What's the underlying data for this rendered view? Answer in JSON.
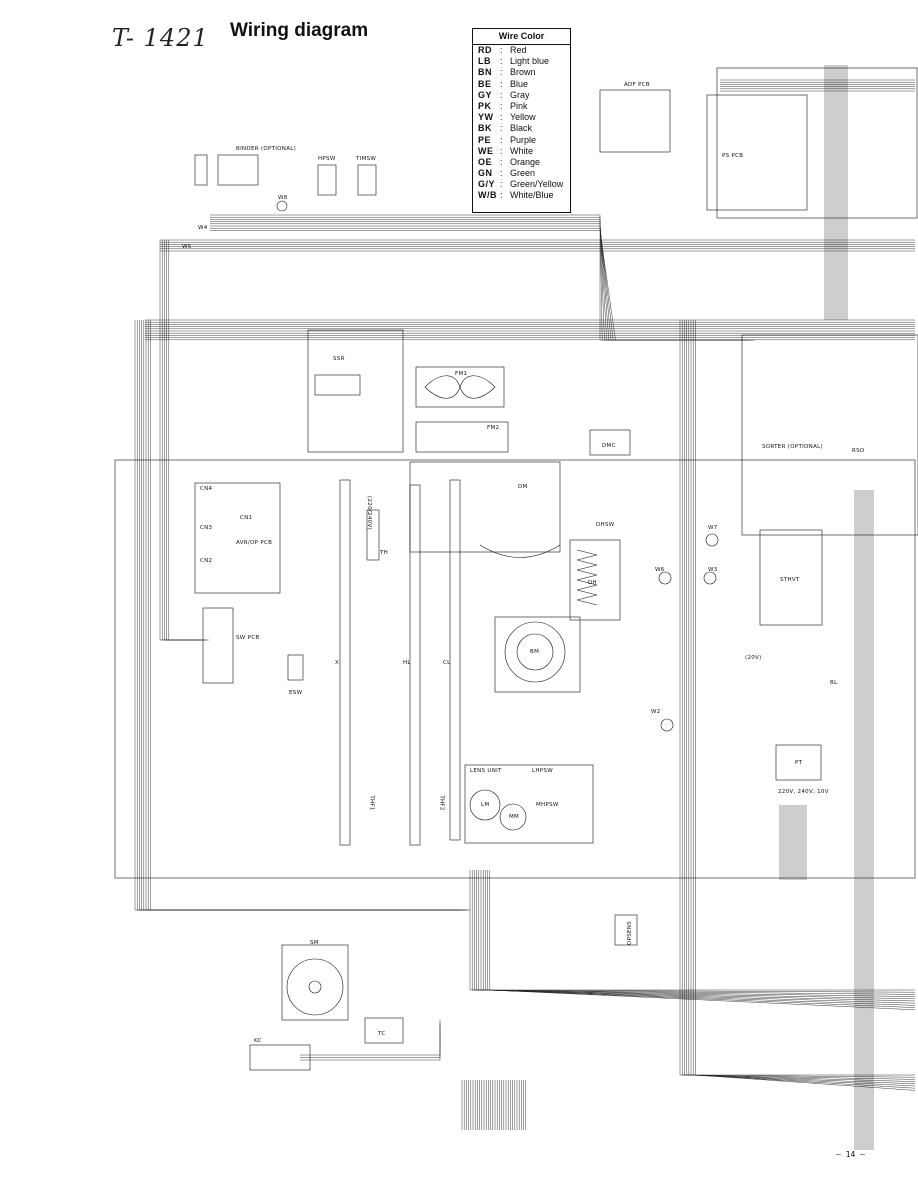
{
  "header": {
    "handwritten_note": "T- 1421",
    "title": "Wiring diagram"
  },
  "legend": {
    "title": "Wire Color",
    "items": [
      {
        "code": "RD",
        "name": "Red"
      },
      {
        "code": "LB",
        "name": "Light blue"
      },
      {
        "code": "BN",
        "name": "Brown"
      },
      {
        "code": "BE",
        "name": "Blue"
      },
      {
        "code": "GY",
        "name": "Gray"
      },
      {
        "code": "PK",
        "name": "Pink"
      },
      {
        "code": "YW",
        "name": "Yellow"
      },
      {
        "code": "BK",
        "name": "Black"
      },
      {
        "code": "PE",
        "name": "Purple"
      },
      {
        "code": "WE",
        "name": "White"
      },
      {
        "code": "OE",
        "name": "Orange"
      },
      {
        "code": "GN",
        "name": "Green"
      },
      {
        "code": "G/Y",
        "name": "Green/Yellow"
      },
      {
        "code": "W/B",
        "name": "White/Blue"
      }
    ]
  },
  "components": {
    "binder": "BINDER (OPTIONAL)",
    "hpsw": "HPSW",
    "timsw": "TIMSW",
    "adf_pcb": "ADF PCB",
    "ps_pcb": "PS PCB",
    "ssr": "SSR",
    "fm1": "FM1",
    "fm2": "FM2",
    "dmc": "DMC",
    "dm": "DM",
    "sorter": "SORTER (OPTIONAL)",
    "rso": "RSO",
    "avr_op_pcb": "AVR/OP PCB",
    "cn1": "CN1",
    "cn2": "CN2",
    "cn3": "CN3",
    "cn4": "CN4",
    "sw_pcb": "SW PCB",
    "esw": "ESW",
    "th": "TH",
    "dhsw": "DHSW",
    "dh": "DH",
    "bm": "BM",
    "sthvt": "STHVT",
    "pt": "PT",
    "pt_rating": "220V, 240V, 10V",
    "v20": "(20V)",
    "lens_unit": "LENS UNIT",
    "lhpsw": "LHPSW",
    "mhpsw": "MHPSW",
    "lm": "LM",
    "mm": "MM",
    "thf1": "THF1",
    "thf2": "THF2",
    "x": "X",
    "hl": "HL",
    "cl": "CL",
    "bl": "BL",
    "sm": "SM",
    "tc": "TC",
    "kc": "KC",
    "opsens": "OPSENS",
    "w2": "W2",
    "w3": "W3",
    "w4": "W4",
    "w5": "W5",
    "w6": "W6",
    "w7": "W7",
    "w8": "W8",
    "v220": "(220/240V)"
  },
  "footer": {
    "page_number": "— 14 —"
  }
}
